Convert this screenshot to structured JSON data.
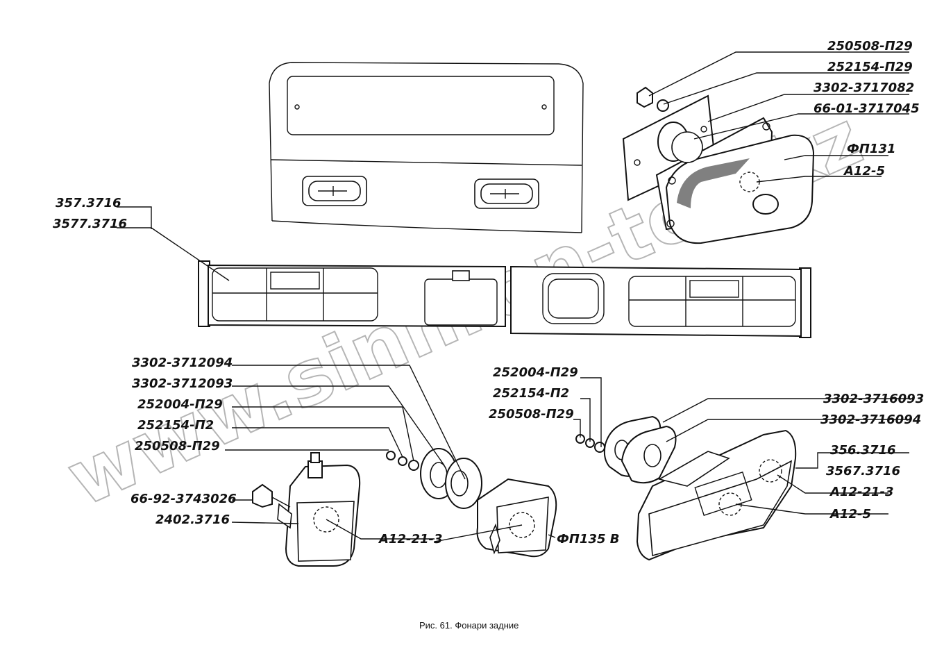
{
  "caption": "Рис. 61. Фонари задние",
  "watermark": "www.sinhron-too.kz",
  "labels": {
    "l1": "250508-П29",
    "l2": "252154-П29",
    "l3": "3302-3717082",
    "l4": "66-01-3717045",
    "l5": "ФП131",
    "l6": "А12-5",
    "l7": "357.3716",
    "l8": "3577.3716",
    "l9": "3302-3712094",
    "l10": "3302-3712093",
    "l11": "252004-П29",
    "l12": "252154-П2",
    "l13": "250508-П29",
    "l14": "66-92-3743026",
    "l15": "2402.3716",
    "l16": "А12-21-3",
    "l17": "ФП135 В",
    "l18": "252004-П29",
    "l19": "252154-П2",
    "l20": "250508-П29",
    "l21": "3302-3716093",
    "l22": "3302-3716094",
    "l23": "356.3716",
    "l24": "3567.3716",
    "l25": "А12-21-3",
    "l26": "А12-5"
  }
}
